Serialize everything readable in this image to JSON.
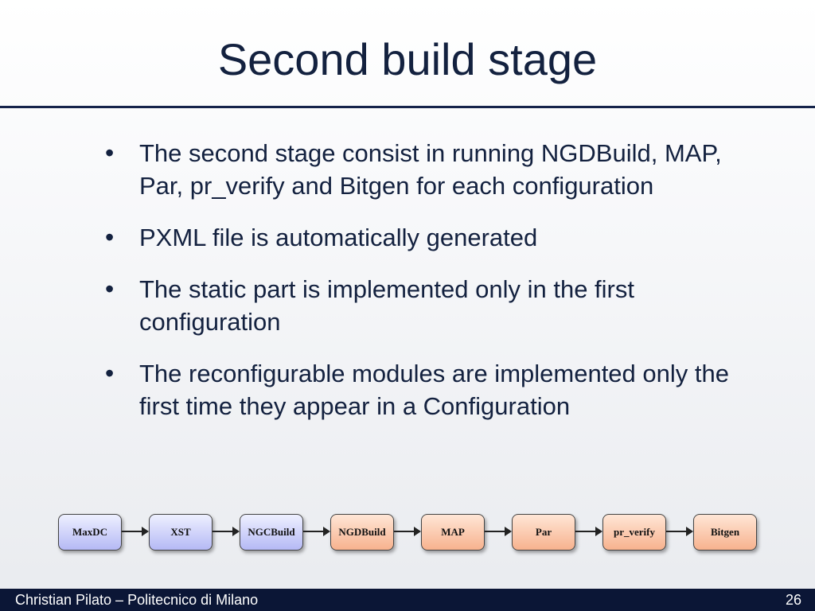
{
  "slide": {
    "title": "Second build stage",
    "bullets": [
      "The second stage consist in running NGDBuild, MAP, Par, pr_verify and Bitgen for each configuration",
      "PXML file is automatically generated",
      "The static part is implemented only in the first configuration",
      "The reconfigurable modules are implemented only the first time they appear in a Configuration"
    ],
    "bullet_symbol": "•"
  },
  "flow": {
    "nodes": [
      {
        "label": "MaxDC",
        "color": "blue"
      },
      {
        "label": "XST",
        "color": "blue"
      },
      {
        "label": "NGCBuild",
        "color": "blue"
      },
      {
        "label": "NGDBuild",
        "color": "orange"
      },
      {
        "label": "MAP",
        "color": "orange"
      },
      {
        "label": "Par",
        "color": "orange"
      },
      {
        "label": "pr_verify",
        "color": "orange"
      },
      {
        "label": "Bitgen",
        "color": "orange"
      }
    ],
    "colors": {
      "blue": "#b5b9f5",
      "orange": "#f7b28e"
    }
  },
  "footer": {
    "author": "Christian Pilato – Politecnico di Milano",
    "page_number": "26"
  }
}
